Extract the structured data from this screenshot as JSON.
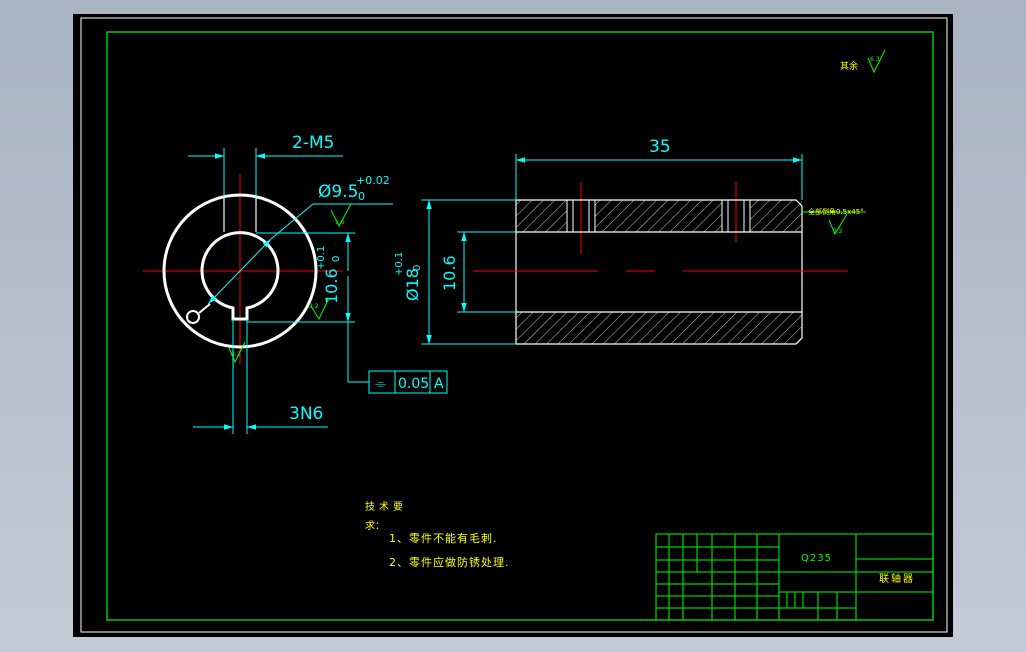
{
  "drawing": {
    "roughness_other": {
      "label": "其余",
      "value": "6.3"
    },
    "front_view": {
      "hole_note": "2-M5",
      "bore_dia": "Ø9.5",
      "bore_tol_upper": "+0.02",
      "bore_tol_lower": "0",
      "keyway_depth": "10.6",
      "keyway_tol_upper": "+0.1",
      "keyway_tol_lower": "0",
      "keyway_width": "3N6",
      "roughness_bore": "1.6",
      "roughness_keyway": "3.2",
      "roughness_bottom": "3.2",
      "tolerance_frame": {
        "symbol": "⌯",
        "value": "0.05",
        "datum": "A"
      }
    },
    "side_view": {
      "length": "35",
      "outer_dia": "Ø18",
      "outer_tol_upper": "+0.1",
      "outer_tol_lower": "0",
      "inner_dim": "10.6",
      "chamfer_note": "全部倒角0.5x45°",
      "roughness_chamfer": "3.2"
    },
    "tech_requirements": {
      "title_line1": "技术要",
      "title_line2": "求：",
      "items": [
        "1、零件不能有毛刺.",
        "2、零件应做防锈处理."
      ]
    },
    "title_block": {
      "material": "Q235",
      "part_name": "联轴器"
    }
  },
  "colors": {
    "background": "#000000",
    "frame": "#00ff00",
    "outline": "#ffffff",
    "dimension": "#00ffff",
    "center_line": "#ff0000",
    "hatch": "#c0c0c0",
    "text_yellow": "#ffff00"
  }
}
